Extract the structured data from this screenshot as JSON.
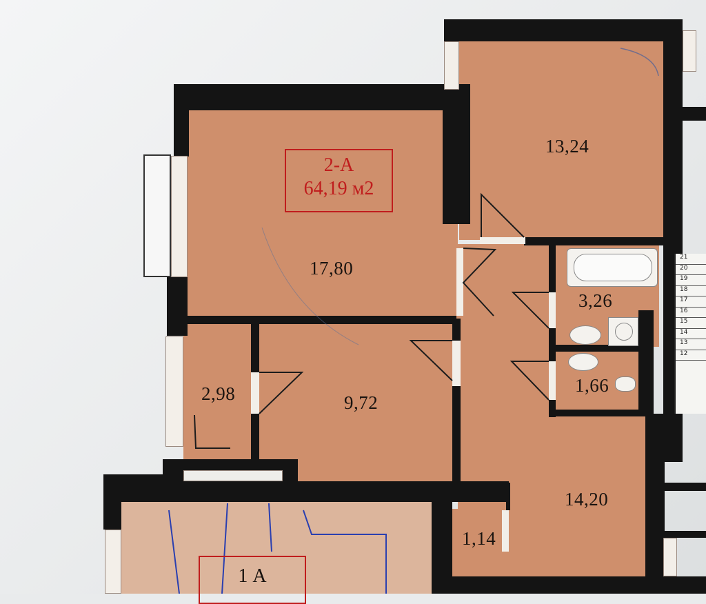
{
  "plan": {
    "apartment_code": "2-А",
    "apartment_area": "64,19 м2",
    "rooms": [
      {
        "id": "living-room",
        "area": "17,80"
      },
      {
        "id": "bedroom",
        "area": "13,24"
      },
      {
        "id": "loggia",
        "area": "2,98"
      },
      {
        "id": "kitchen",
        "area": "9,72"
      },
      {
        "id": "bathroom",
        "area": "3,26"
      },
      {
        "id": "toilet",
        "area": "1,66"
      },
      {
        "id": "hallway",
        "area": "14,20"
      },
      {
        "id": "storage",
        "area": "1,14"
      }
    ],
    "neighbor_apartment_code": "1 А",
    "stair_numbers": [
      "21",
      "20",
      "19",
      "18",
      "17",
      "16",
      "15",
      "14",
      "13",
      "12"
    ]
  },
  "colors": {
    "room_fill": "#cf8f6c",
    "wall": "#141414",
    "label_red": "#c01d1d"
  }
}
